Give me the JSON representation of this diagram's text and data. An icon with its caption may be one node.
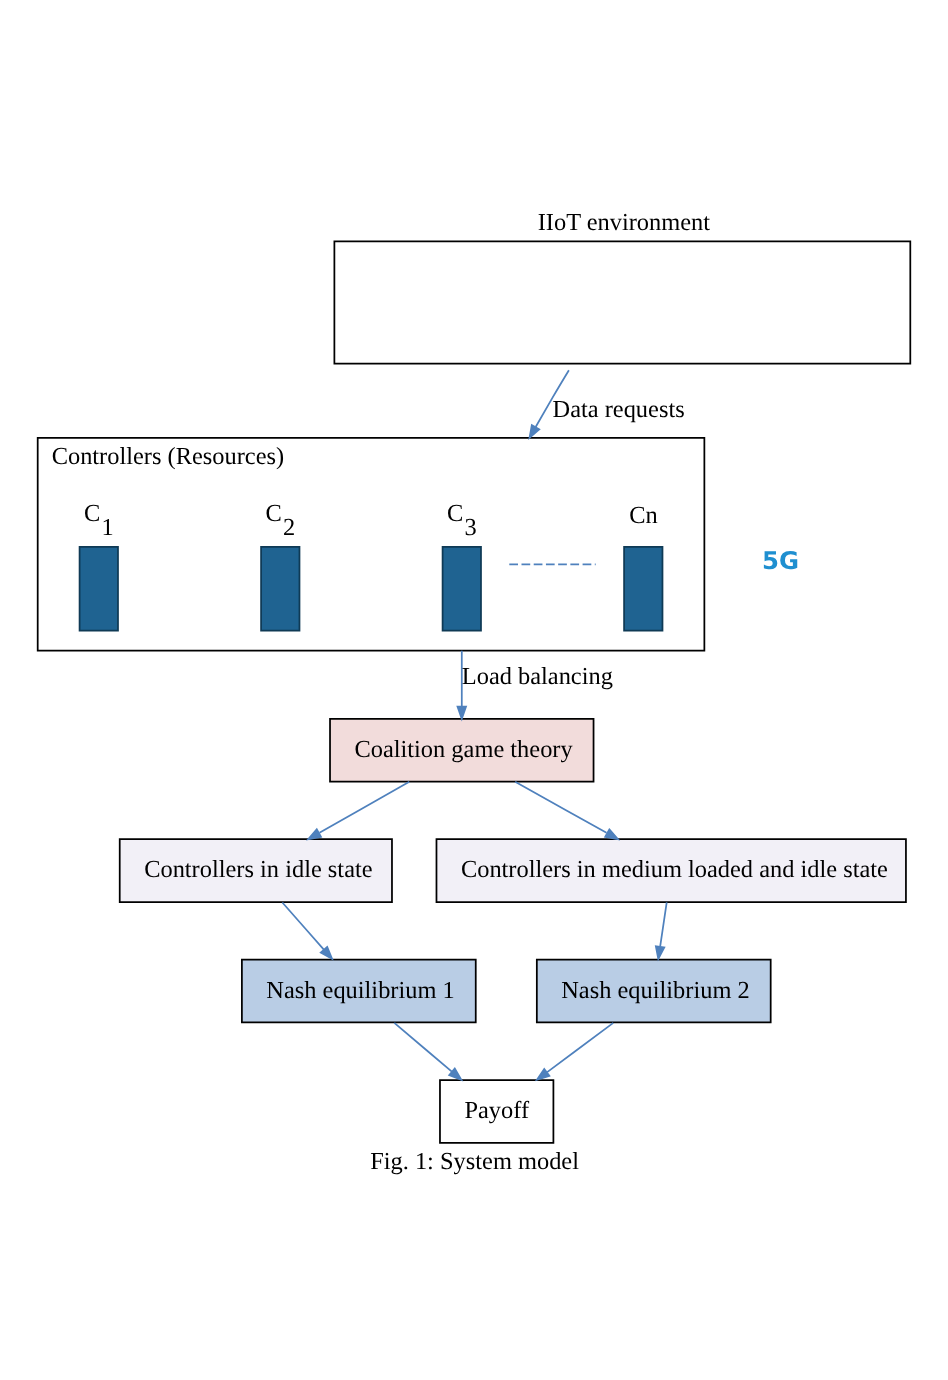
{
  "diagram": {
    "caption": "Fig. 1: System model",
    "nodes": [
      {
        "text": [
          "IIoT environment"
        ]
      },
      {
        "text": [
          "Controllers (Resources)"
        ]
      },
      {
        "text": [
          "C$_{1}$"
        ],
        "in": 1
      },
      {
        "text": [
          "C$_{2}$"
        ],
        "in": 1
      },
      {
        "text": [
          "C$_{3}$"
        ],
        "in": 1
      },
      {
        "text": [
          "Cn"
        ],
        "in": 1
      },
      {
        "text": [
          "Coalition game theory"
        ]
      },
      {
        "text": [
          "Controllers in idle state"
        ]
      },
      {
        "text": [
          "Controllers in medium loaded and idle state"
        ]
      },
      {
        "text": [
          "Nash equilibrium 1"
        ]
      },
      {
        "text": [
          "Nash equilibrium 2"
        ]
      },
      {
        "text": [
          "Payoff"
        ]
      }
    ],
    "edges": [
      {
        "from": 0,
        "to": 1,
        "arrow": "to",
        "label": "Data requests"
      },
      {
        "from": 4,
        "to": 5,
        "arrow": "none",
        "style": "dashed"
      },
      {
        "from": 1,
        "to": 6,
        "arrow": "to",
        "label": "Load balancing"
      },
      {
        "from": 6,
        "to": 7,
        "arrow": "to"
      },
      {
        "from": 6,
        "to": 8,
        "arrow": "to"
      },
      {
        "from": 7,
        "to": 9,
        "arrow": "to"
      },
      {
        "from": 8,
        "to": 10,
        "arrow": "to"
      },
      {
        "from": 9,
        "to": 11,
        "arrow": "to"
      },
      {
        "from": 10,
        "to": 11,
        "arrow": "to"
      }
    ],
    "labels": [
      "5G"
    ]
  }
}
